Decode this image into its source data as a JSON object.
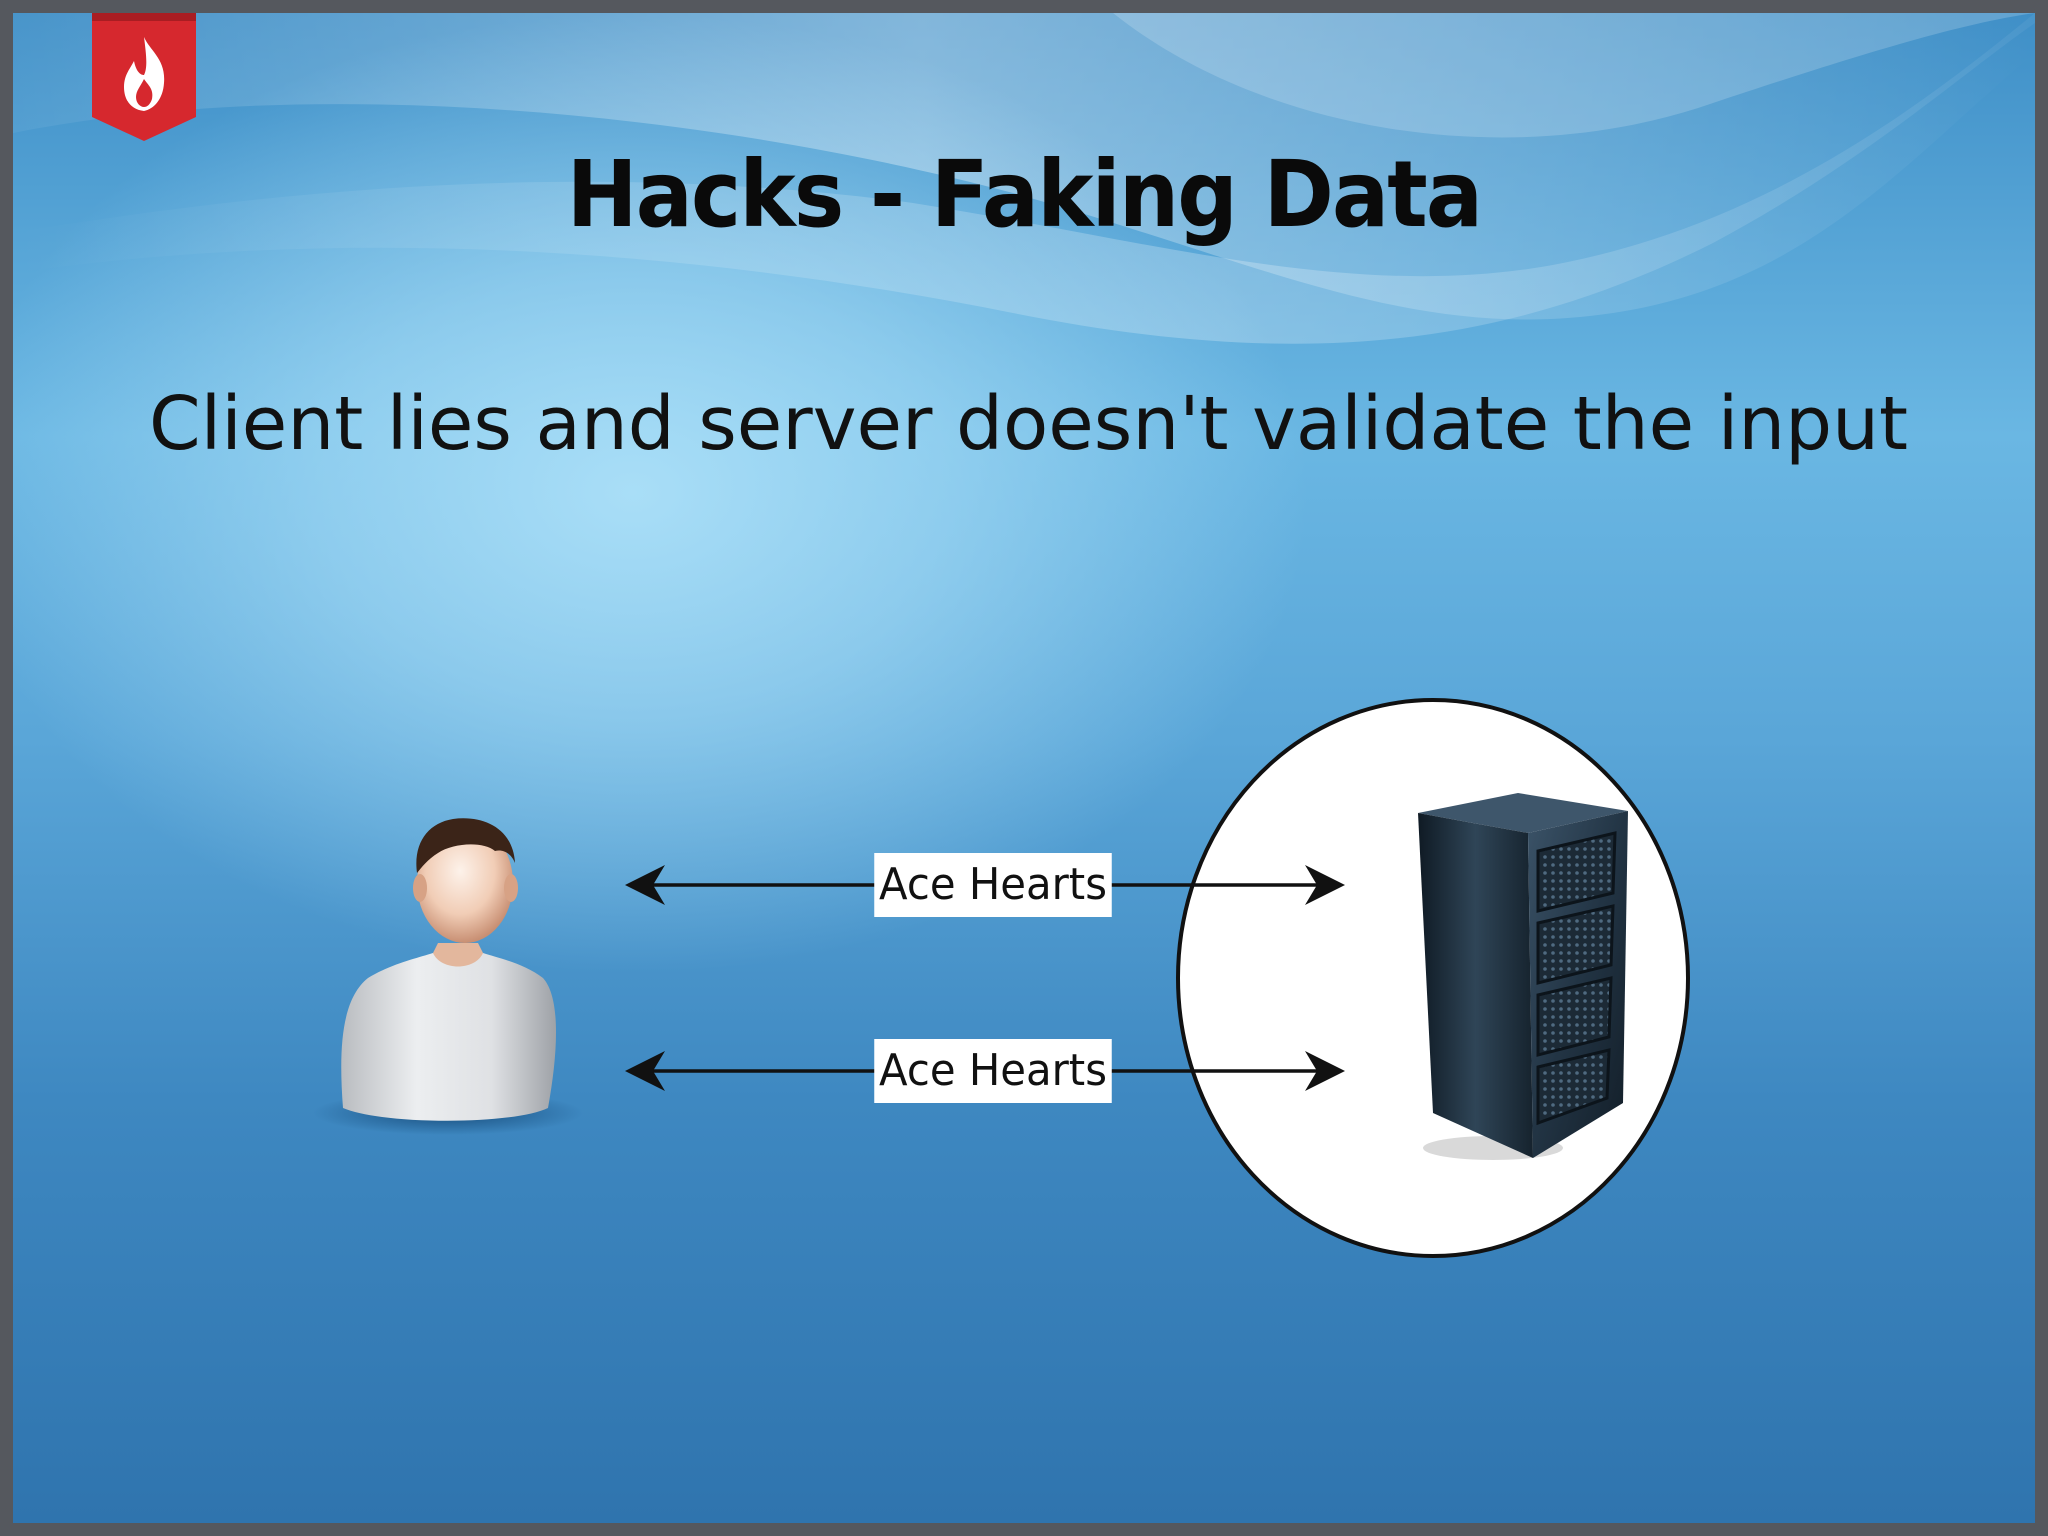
{
  "slide": {
    "title": "Hacks - Faking Data",
    "subtitle": "Client lies and server doesn't validate the input"
  },
  "diagram": {
    "client_label": "",
    "messages": [
      {
        "label": "Ace Hearts"
      },
      {
        "label": "Ace Hearts"
      }
    ]
  },
  "colors": {
    "logo_red": "#d6282e",
    "background_blue": "#4a9bd1",
    "arrow": "#111111"
  },
  "icons": [
    "fire-icon",
    "user-icon",
    "server-rack-icon"
  ]
}
